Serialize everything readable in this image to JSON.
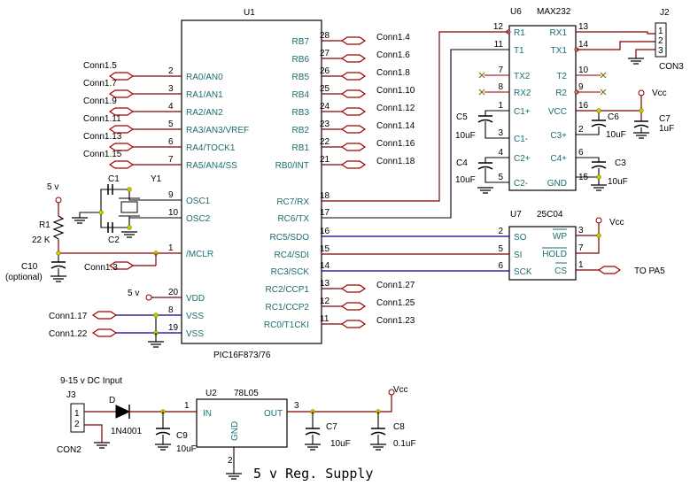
{
  "u1": {
    "ref": "U1",
    "part": "PIC16F873/76",
    "left_pins": [
      {
        "num": "2",
        "name": "RA0/AN0",
        "net": "Conn1.5"
      },
      {
        "num": "3",
        "name": "RA1/AN1",
        "net": "Conn1.7"
      },
      {
        "num": "4",
        "name": "RA2/AN2",
        "net": "Conn1.9"
      },
      {
        "num": "5",
        "name": "RA3/AN3/VREF",
        "net": "Conn1.11"
      },
      {
        "num": "6",
        "name": "RA4/TOCK1",
        "net": "Conn1.13"
      },
      {
        "num": "7",
        "name": "RA5/AN4/SS",
        "net": "Conn1.15"
      },
      {
        "num": "9",
        "name": "OSC1",
        "net": ""
      },
      {
        "num": "10",
        "name": "OSC2",
        "net": ""
      },
      {
        "num": "1",
        "name": "/MCLR",
        "net": "Conn1.3"
      },
      {
        "num": "20",
        "name": "VDD",
        "net": "5 v"
      },
      {
        "num": "8",
        "name": "VSS",
        "net": "Conn1.17"
      },
      {
        "num": "19",
        "name": "VSS",
        "net": "Conn1.22"
      }
    ],
    "right_pins": [
      {
        "num": "28",
        "name": "RB7",
        "net": "Conn1.4"
      },
      {
        "num": "27",
        "name": "RB6",
        "net": "Conn1.6"
      },
      {
        "num": "26",
        "name": "RB5",
        "net": "Conn1.8"
      },
      {
        "num": "25",
        "name": "RB4",
        "net": "Conn1.10"
      },
      {
        "num": "24",
        "name": "RB3",
        "net": "Conn1.12"
      },
      {
        "num": "23",
        "name": "RB2",
        "net": "Conn1.14"
      },
      {
        "num": "22",
        "name": "RB1",
        "net": "Conn1.16"
      },
      {
        "num": "21",
        "name": "RB0/INT",
        "net": "Conn1.18"
      },
      {
        "num": "18",
        "name": "RC7/RX",
        "net": ""
      },
      {
        "num": "17",
        "name": "RC6/TX",
        "net": ""
      },
      {
        "num": "16",
        "name": "RC5/SDO",
        "net": ""
      },
      {
        "num": "15",
        "name": "RC4/SDI",
        "net": ""
      },
      {
        "num": "14",
        "name": "RC3/SCK",
        "net": ""
      },
      {
        "num": "13",
        "name": "RC2/CCP1",
        "net": "Conn1.27"
      },
      {
        "num": "12",
        "name": "RC1/CCP2",
        "net": "Conn1.25"
      },
      {
        "num": "11",
        "name": "RC0/T1CKI",
        "net": "Conn1.23"
      }
    ]
  },
  "u6": {
    "ref": "U6",
    "part": "MAX232",
    "left_pins": [
      {
        "num": "12",
        "name": "R1"
      },
      {
        "num": "11",
        "name": "T1"
      },
      {
        "num": "7",
        "name": "TX2"
      },
      {
        "num": "8",
        "name": "RX2"
      },
      {
        "num": "1",
        "name": "C1+"
      },
      {
        "num": "3",
        "name": "C1-"
      },
      {
        "num": "4",
        "name": "C2+"
      },
      {
        "num": "5",
        "name": "C2-"
      }
    ],
    "right_pins": [
      {
        "num": "13",
        "name": "RX1"
      },
      {
        "num": "14",
        "name": "TX1"
      },
      {
        "num": "10",
        "name": "T2"
      },
      {
        "num": "9",
        "name": "R2"
      },
      {
        "num": "16",
        "name": "VCC"
      },
      {
        "num": "2",
        "name": "C3+"
      },
      {
        "num": "6",
        "name": "C4+"
      },
      {
        "num": "15",
        "name": "GND"
      }
    ]
  },
  "u7": {
    "ref": "U7",
    "part": "25C04",
    "left_pins": [
      {
        "num": "2",
        "name": "SO"
      },
      {
        "num": "5",
        "name": "SI"
      },
      {
        "num": "6",
        "name": "SCK"
      }
    ],
    "right_pins": [
      {
        "num": "3",
        "name": "WP"
      },
      {
        "num": "7",
        "name": "HOLD"
      },
      {
        "num": "1",
        "name": "CS"
      }
    ],
    "cs_net": "TO PA5"
  },
  "j2": {
    "ref": "J2",
    "name": "CON3",
    "pins": [
      "1",
      "2",
      "3"
    ]
  },
  "caps_max232": [
    {
      "ref": "C5",
      "value": "10uF"
    },
    {
      "ref": "C4",
      "value": "10uF"
    },
    {
      "ref": "C6",
      "value": "10uF"
    },
    {
      "ref": "C3",
      "value": "10uF"
    },
    {
      "ref": "C7",
      "value": "1uF"
    }
  ],
  "osc": {
    "c1": "C1",
    "c2": "C2",
    "y1": "Y1",
    "supply": "5 v"
  },
  "reset": {
    "r1_ref": "R1",
    "r1_value": "22 K",
    "c10_ref": "C10",
    "c10_note": "(optional)"
  },
  "vcc_label": "Vcc",
  "supply": {
    "title": "5 v Reg. Supply",
    "input_label": "9-15 v DC Input",
    "j3_ref": "J3",
    "j3_name": "CON2",
    "j3_pins": [
      "1",
      "2"
    ],
    "diode_ref": "D",
    "diode_part": "1N4001",
    "u2_ref": "U2",
    "u2_part": "78L05",
    "u2_in": "IN",
    "u2_out": "OUT",
    "u2_gnd": "GND",
    "u2_pin_in": "1",
    "u2_pin_out": "3",
    "u2_pin_gnd": "2",
    "c9_ref": "C9",
    "c9_value": "10uF",
    "c7_ref": "C7",
    "c7_value": "10uF",
    "c8_ref": "C8",
    "c8_value": "0.1uF"
  }
}
